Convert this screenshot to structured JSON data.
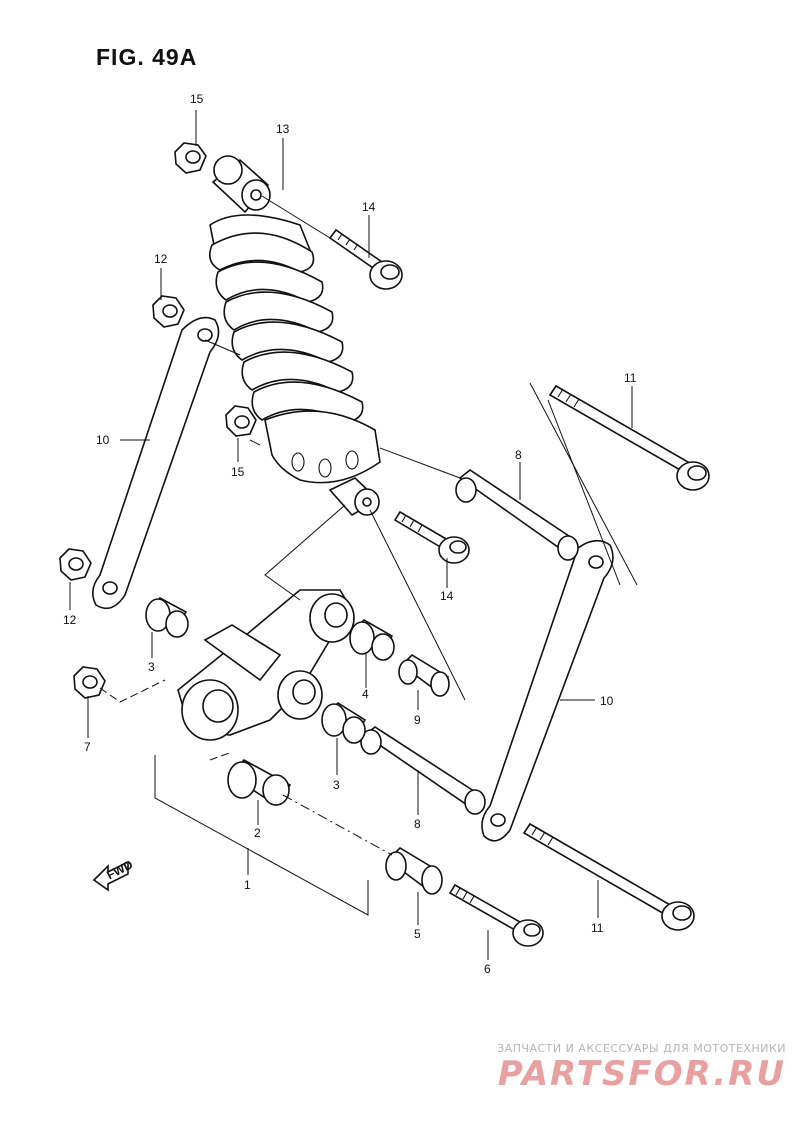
{
  "figure": {
    "title": "FIG. 49A"
  },
  "callouts": {
    "c1": "1",
    "c2": "2",
    "c3a": "3",
    "c3b": "3",
    "c4": "4",
    "c5": "5",
    "c6": "6",
    "c7": "7",
    "c8a": "8",
    "c8b": "8",
    "c9": "9",
    "c10a": "10",
    "c10b": "10",
    "c11a": "11",
    "c11b": "11",
    "c12a": "12",
    "c12b": "12",
    "c13": "13",
    "c14a": "14",
    "c14b": "14",
    "c15a": "15",
    "c15b": "15"
  },
  "direction_marker": {
    "label": "FWD"
  },
  "watermark": {
    "tagline": "ЗАПЧАСТИ И АКСЕССУАРЫ ДЛЯ МОТОТЕХНИКИ",
    "logo": "PARTSFOR.RU"
  }
}
